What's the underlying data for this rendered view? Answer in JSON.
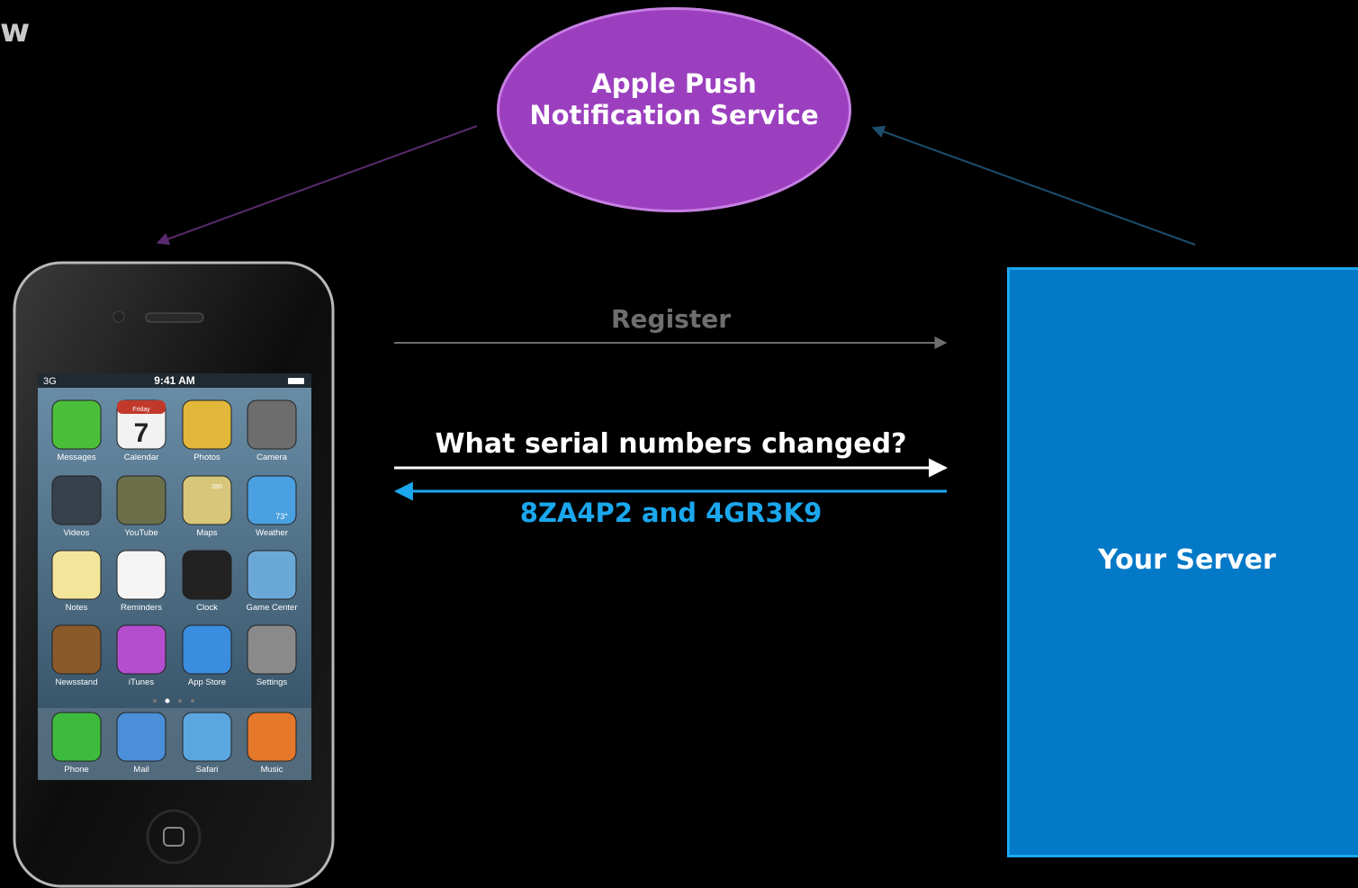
{
  "corner_title": "w",
  "nodes": {
    "apns": {
      "label": "Apple Push\nNotification Service",
      "fill": "#9b3fbf",
      "border": "#c77fe3"
    },
    "server": {
      "label": "Your Server",
      "fill": "#0479c8",
      "border": "#1aa7ee"
    }
  },
  "messages": {
    "register": "Register",
    "query": "What serial numbers changed?",
    "reply": "8ZA4P2 and 4GR3K9"
  },
  "iphone": {
    "carrier": "3G",
    "time": "9:41 AM",
    "calendar_day": "Friday",
    "calendar_date": "7",
    "maps_badge": "280",
    "weather_temp": "73°",
    "apps": [
      "Messages",
      "Calendar",
      "Photos",
      "Camera",
      "Videos",
      "YouTube",
      "Maps",
      "Weather",
      "Notes",
      "Reminders",
      "Clock",
      "Game Center",
      "Newsstand",
      "iTunes",
      "App Store",
      "Settings"
    ],
    "dock": [
      "Phone",
      "Mail",
      "Safari",
      "Music"
    ]
  },
  "colors": {
    "background": "#000000",
    "register_arrow": "#6e6e6e",
    "query_arrow": "#ffffff",
    "reply_arrow": "#1aa7ee",
    "apns_to_phone": "#5a2a6e",
    "server_to_apns": "#1d4e6e"
  }
}
